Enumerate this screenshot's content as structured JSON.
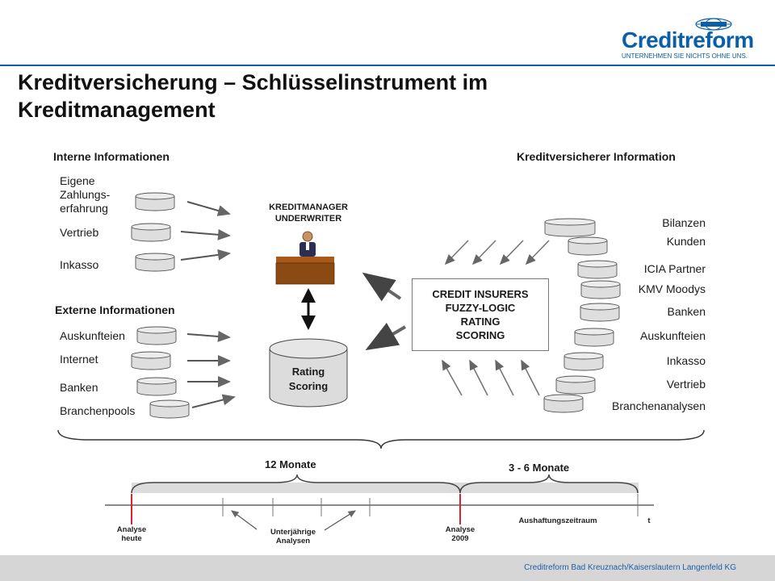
{
  "title": "Kreditversicherung – Schlüsselinstrument im Kreditmanagement",
  "logo": {
    "word": "Creditreform",
    "tagline": "UNTERNEHMEN SIE NICHTS OHNE UNS."
  },
  "interne": {
    "heading": "Interne Informationen",
    "items": [
      "Eigene\nZahlungs-\nerfahrung",
      "Vertrieb",
      "Inkasso"
    ]
  },
  "externe": {
    "heading": "Externe Informationen",
    "items": [
      "Auskunfteien",
      "Internet",
      "Banken",
      "Branchenpools"
    ]
  },
  "kreditversicherer": {
    "heading": "Kreditversicherer Information",
    "items": [
      "Bilanzen",
      "Kunden",
      "ICIA Partner",
      "KMV Moodys",
      "Banken",
      "Auskunfteien",
      "Inkasso",
      "Vertrieb",
      "Branchenanalysen"
    ]
  },
  "manager": {
    "line1": "KREDITMANAGER",
    "line2": "UNDERWRITER"
  },
  "rating": {
    "line1": "Rating",
    "line2": "Scoring"
  },
  "credit_insurers": [
    "CREDIT INSURERS",
    "FUZZY-LOGIC",
    "RATING",
    "SCORING"
  ],
  "timeline": {
    "span1": "12 Monate",
    "span2": "3 - 6 Monate",
    "analyse_heute": [
      "Analyse",
      "heute"
    ],
    "unterjaehrige": [
      "Unterjährige",
      "Analysen"
    ],
    "analyse_2009": [
      "Analyse",
      "2009"
    ],
    "aushaftung": "Aushaftungszeitraum",
    "t": "t"
  },
  "footer": "Creditreform Bad Kreuznach/Kaiserslautern Langenfeld KG",
  "colors": {
    "brand": "#0b5ea8",
    "marker": "#d9252b",
    "desk": "#8b4a12",
    "footer_bg": "#d6d6d6"
  }
}
